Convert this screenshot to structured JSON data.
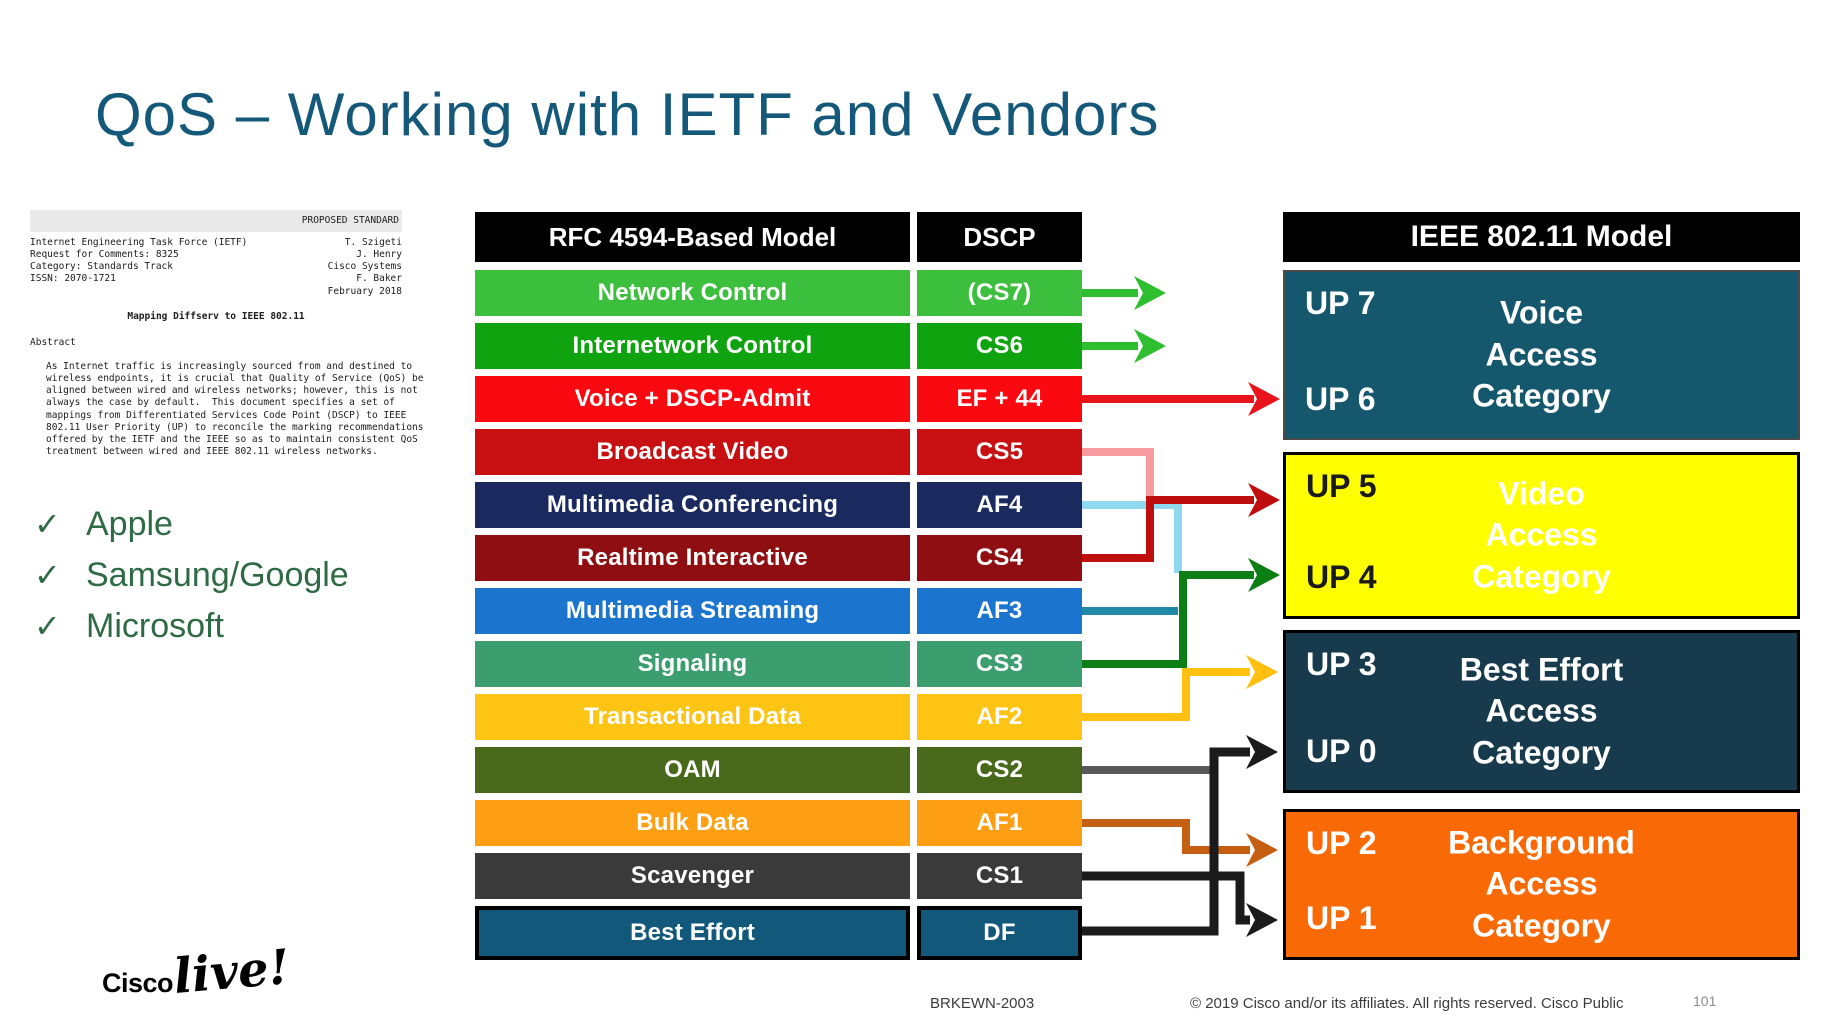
{
  "slide": {
    "title": "QoS – Working with IETF and Vendors",
    "footer": {
      "session_id": "BRKEWN-2003",
      "copyright": "© 2019  Cisco and/or its affiliates. All rights reserved.   Cisco Public",
      "page_number": "101",
      "logo_cisco": "Cisco",
      "logo_live": "live!"
    }
  },
  "document": {
    "status_banner": "PROPOSED STANDARD",
    "header_left": "Internet Engineering Task Force (IETF)\nRequest for Comments: 8325\nCategory: Standards Track\nISSN: 2070-1721",
    "header_right": "T. Szigeti\nJ. Henry\nCisco Systems\nF. Baker\nFebruary 2018",
    "doc_title": "Mapping Diffserv to IEEE 802.11",
    "abstract_label": "Abstract",
    "abstract_text": "As Internet traffic is increasingly sourced from and destined to\nwireless endpoints, it is crucial that Quality of Service (QoS) be\naligned between wired and wireless networks; however, this is not\nalways the case by default.  This document specifies a set of\nmappings from Differentiated Services Code Point (DSCP) to IEEE\n802.11 User Priority (UP) to reconcile the marking recommendations\noffered by the IETF and the IEEE so as to maintain consistent QoS\ntreatment between wired and IEEE 802.11 wireless networks."
  },
  "vendors": {
    "check_glyph": "✓",
    "items": [
      {
        "label": "Apple"
      },
      {
        "label": "Samsung/Google"
      },
      {
        "label": "Microsoft"
      }
    ]
  },
  "mapping_table": {
    "model_header": "RFC 4594-Based Model",
    "dscp_header": "DSCP",
    "rows": [
      {
        "label": "Network Control",
        "dscp": "(CS7)",
        "color": "#3CBF3C"
      },
      {
        "label": "Internetwork Control",
        "dscp": "CS6",
        "color": "#0FA30F"
      },
      {
        "label": "Voice + DSCP-Admit",
        "dscp": "EF + 44",
        "color": "#FA0A10"
      },
      {
        "label": "Broadcast Video",
        "dscp": "CS5",
        "color": "#C81012"
      },
      {
        "label": "Multimedia Conferencing",
        "dscp": "AF4",
        "color": "#1B2A5E"
      },
      {
        "label": "Realtime Interactive",
        "dscp": "CS4",
        "color": "#8E0E11"
      },
      {
        "label": "Multimedia Streaming",
        "dscp": "AF3",
        "color": "#1B75CE"
      },
      {
        "label": "Signaling",
        "dscp": "CS3",
        "color": "#3C9D6E"
      },
      {
        "label": "Transactional Data",
        "dscp": "AF2",
        "color": "#FDC413"
      },
      {
        "label": "OAM",
        "dscp": "CS2",
        "color": "#48691A"
      },
      {
        "label": "Bulk Data",
        "dscp": "AF1",
        "color": "#FE9F13"
      },
      {
        "label": "Scavenger",
        "dscp": "CS1",
        "color": "#3A3A3A"
      },
      {
        "label": "Best Effort",
        "dscp": "DF",
        "color": "#11587A"
      }
    ]
  },
  "ieee_model": {
    "header": "IEEE 802.11 Model",
    "boxes": [
      {
        "up_top": "UP 7",
        "up_bottom": "UP 6",
        "category": "Voice\nAccess\nCategory",
        "bg": "#15586E",
        "text_color": "#FFFFFF",
        "up_color": "#FFFFFF"
      },
      {
        "up_top": "UP 5",
        "up_bottom": "UP 4",
        "category": "Video\nAccess\nCategory",
        "bg": "#FFFF00",
        "text_color": "#FFFFFF",
        "up_color": "#1A1A1A"
      },
      {
        "up_top": "UP 3",
        "up_bottom": "UP 0",
        "category": "Best Effort\nAccess\nCategory",
        "bg": "#173A4C",
        "text_color": "#FFFFFF",
        "up_color": "#FFFFFF"
      },
      {
        "up_top": "UP 2",
        "up_bottom": "UP 1",
        "category": "Background\nAccess\nCategory",
        "bg": "#F96A07",
        "text_color": "#FFFFFF",
        "up_color": "#FFFFFF"
      }
    ]
  },
  "arrows": {
    "network_control": "#2FBE2F",
    "internetwork_control": "#2FBE2F",
    "voice": "#E9131B",
    "broadcast_video": "#F89CA2",
    "multimedia_conferencing": "#8FD9F0",
    "realtime_interactive": "#BE0E0E",
    "multimedia_streaming": "#2089A8",
    "signaling": "#0B7E14",
    "transactional_data": "#FFC010",
    "oam": "#595959",
    "bulk_data": "#C55F11",
    "scavenger": "#1B1B1B",
    "best_effort": "#1B1B1B"
  }
}
